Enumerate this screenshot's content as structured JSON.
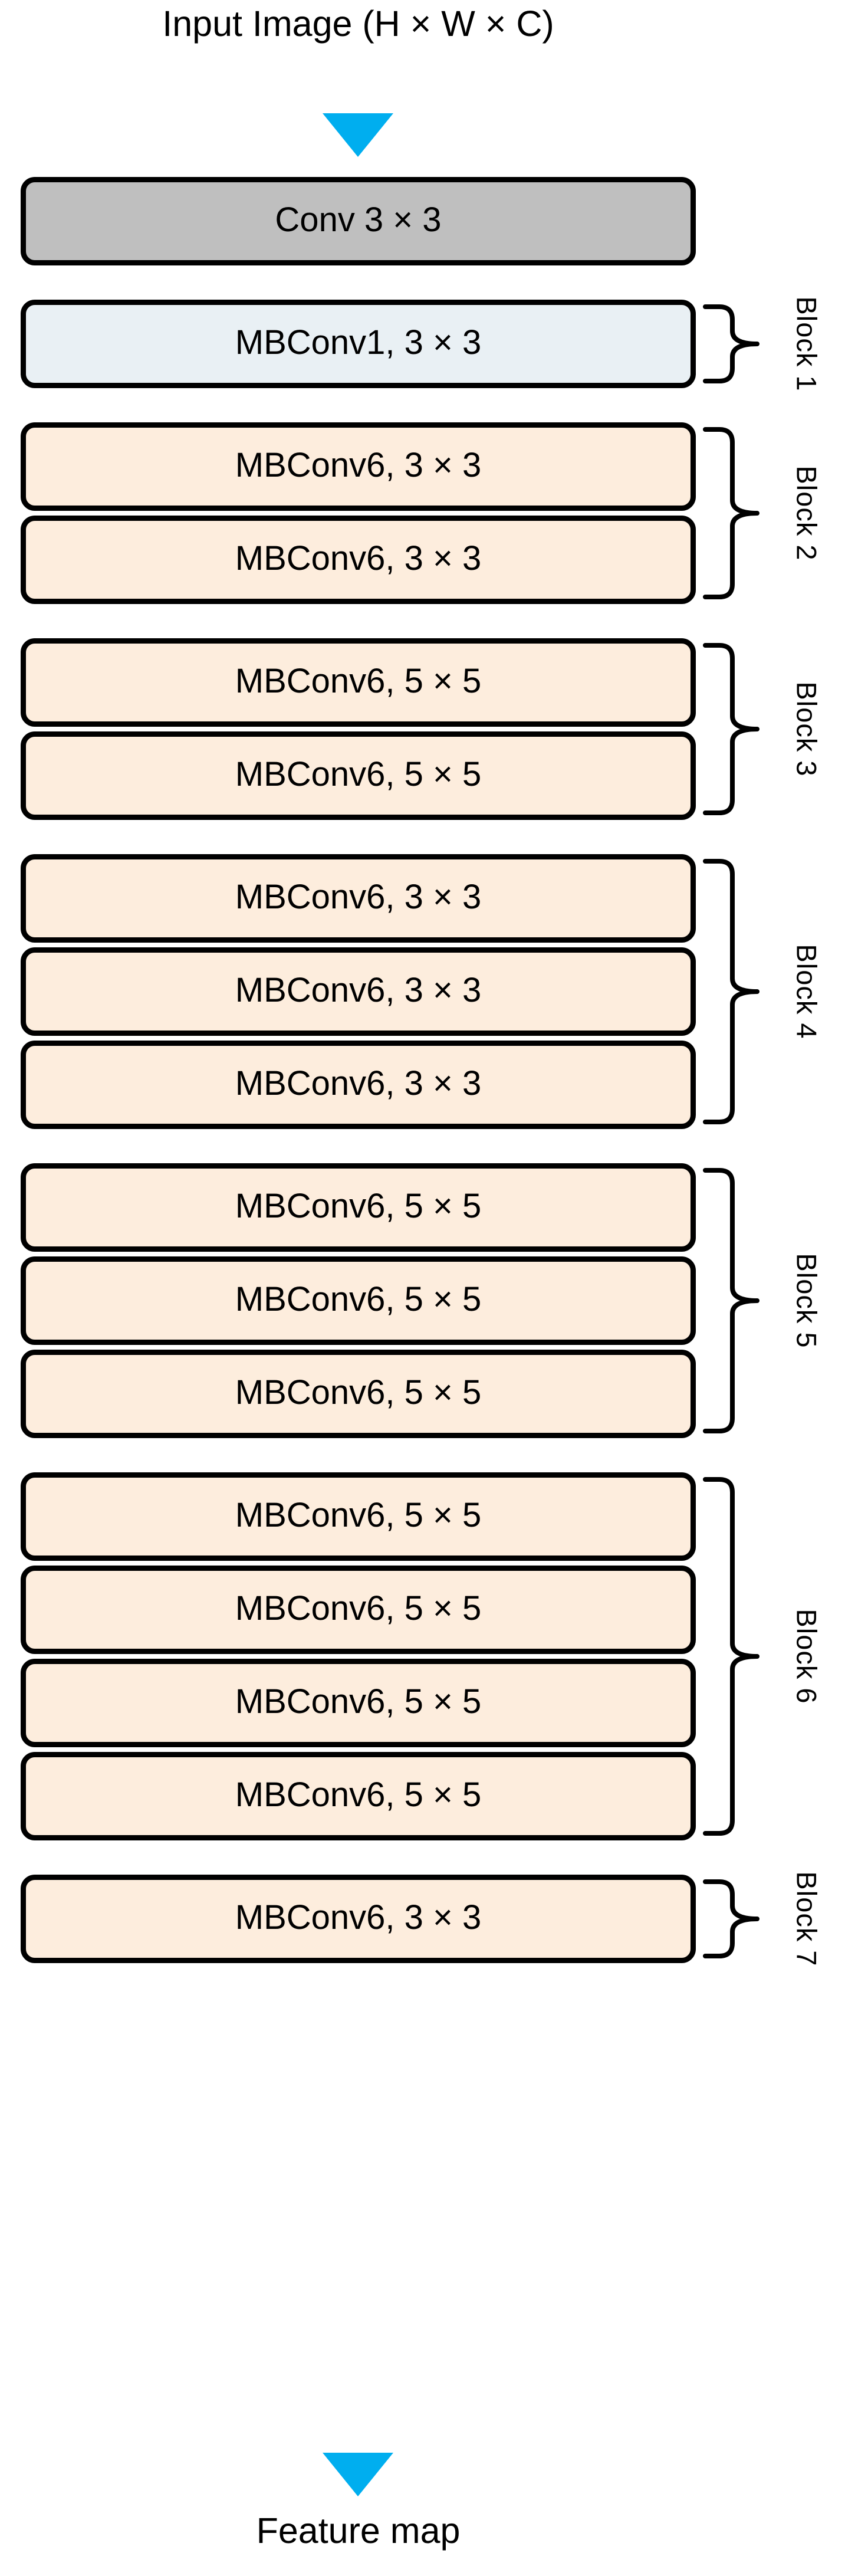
{
  "diagram": {
    "title_top": "Input Image (H × W × C)",
    "title_bottom": "Feature map",
    "arrow_color": "#00AEEF",
    "stem": {
      "label": "Conv 3 × 3",
      "fill": "#bfbfbf"
    },
    "blocks": [
      {
        "name": "Block 1",
        "fill": "#e9f0f4",
        "layers": [
          {
            "label": "MBConv1, 3 × 3"
          }
        ]
      },
      {
        "name": "Block 2",
        "fill": "#fdeddd",
        "layers": [
          {
            "label": "MBConv6, 3 × 3"
          },
          {
            "label": "MBConv6, 3 × 3"
          }
        ]
      },
      {
        "name": "Block 3",
        "fill": "#fdeddd",
        "layers": [
          {
            "label": "MBConv6, 5 × 5"
          },
          {
            "label": "MBConv6, 5 × 5"
          }
        ]
      },
      {
        "name": "Block 4",
        "fill": "#fdeddd",
        "layers": [
          {
            "label": "MBConv6, 3 × 3"
          },
          {
            "label": "MBConv6, 3 × 3"
          },
          {
            "label": "MBConv6, 3 × 3"
          }
        ]
      },
      {
        "name": "Block 5",
        "fill": "#fdeddd",
        "layers": [
          {
            "label": "MBConv6, 5 × 5"
          },
          {
            "label": "MBConv6, 5 × 5"
          },
          {
            "label": "MBConv6, 5 × 5"
          }
        ]
      },
      {
        "name": "Block 6",
        "fill": "#fdeddd",
        "layers": [
          {
            "label": "MBConv6, 5 × 5"
          },
          {
            "label": "MBConv6, 5 × 5"
          },
          {
            "label": "MBConv6, 5 × 5"
          },
          {
            "label": "MBConv6, 5 × 5"
          }
        ]
      },
      {
        "name": "Block 7",
        "fill": "#fdeddd",
        "layers": [
          {
            "label": "MBConv6, 3 × 3"
          }
        ]
      }
    ]
  }
}
